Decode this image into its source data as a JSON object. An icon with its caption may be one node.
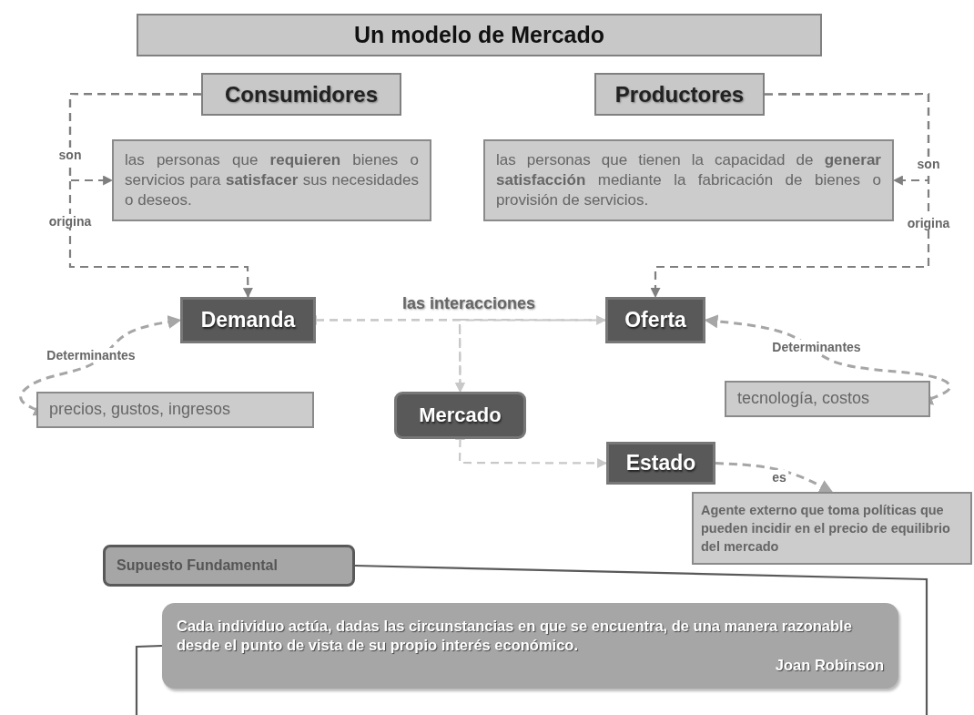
{
  "diagram": {
    "title": "Un modelo de Mercado",
    "nodes": [
      {
        "text": [
          "Consumidores"
        ]
      },
      {
        "text": [
          "las personas que **requieren** bienes o servicios para **satisfacer** sus necesidades o deseos."
        ]
      },
      {
        "text": [
          "Productores"
        ]
      },
      {
        "text": [
          "las personas que tienen la capacidad de **generar satisfacción** mediante la fabricación de bienes  o provisión de servicios."
        ]
      },
      {
        "text": [
          "Demanda"
        ]
      },
      {
        "text": [
          "Oferta"
        ]
      },
      {
        "text": [
          "precios, gustos, ingresos"
        ]
      },
      {
        "text": [
          "Mercado"
        ]
      },
      {
        "text": [
          "tecnología, costos"
        ]
      },
      {
        "text": [
          "Estado"
        ]
      },
      {
        "text": [
          "Agente externo que toma políticas que pueden incidir en el precio de equilibrio del mercado"
        ]
      },
      {
        "text": [
          "Supuesto Fundamental"
        ]
      },
      {
        "text": [
          "Cada individuo actúa, dadas las circunstancias en que se encuentra, de una manera razonable desde el punto de vista de su propio interés económico.",
          "Joan Robinson"
        ]
      }
    ],
    "edges": [
      {
        "from": 0,
        "to": 1,
        "arrow": "to",
        "label": "son",
        "style": "dashed"
      },
      {
        "from": 0,
        "to": 4,
        "arrow": "to",
        "label": "origina",
        "style": "dashed"
      },
      {
        "from": 2,
        "to": 3,
        "arrow": "to",
        "label": "son",
        "style": "dashed"
      },
      {
        "from": 2,
        "to": 5,
        "arrow": "to",
        "label": "origina",
        "style": "dashed"
      },
      {
        "from": 4,
        "to": 5,
        "arrow": "both",
        "label": "las interacciones",
        "style": "dashed",
        "color": "#c8c8c8"
      },
      {
        "from": 4,
        "to": 7,
        "arrow": "to",
        "style": "dashed",
        "color": "#c8c8c8"
      },
      {
        "from": 5,
        "to": 7,
        "arrow": "to",
        "style": "dashed",
        "color": "#c8c8c8"
      },
      {
        "from": 7,
        "to": 9,
        "arrow": "both",
        "style": "dashed",
        "color": "#c8c8c8"
      },
      {
        "from": 6,
        "to": 4,
        "arrow": "both",
        "label": "Determinantes",
        "style": "dashed",
        "color": "#a6a6a6"
      },
      {
        "from": 8,
        "to": 5,
        "arrow": "both",
        "label": "Determinantes",
        "style": "dashed",
        "color": "#a6a6a6"
      },
      {
        "from": 9,
        "to": 10,
        "arrow": "to",
        "label": "es",
        "style": "dashed",
        "color": "#a6a6a6"
      },
      {
        "from": 11,
        "to": null,
        "arrow": "none",
        "color": "#595959"
      },
      {
        "from": 12,
        "to": null,
        "arrow": "none",
        "color": "#595959"
      }
    ]
  }
}
